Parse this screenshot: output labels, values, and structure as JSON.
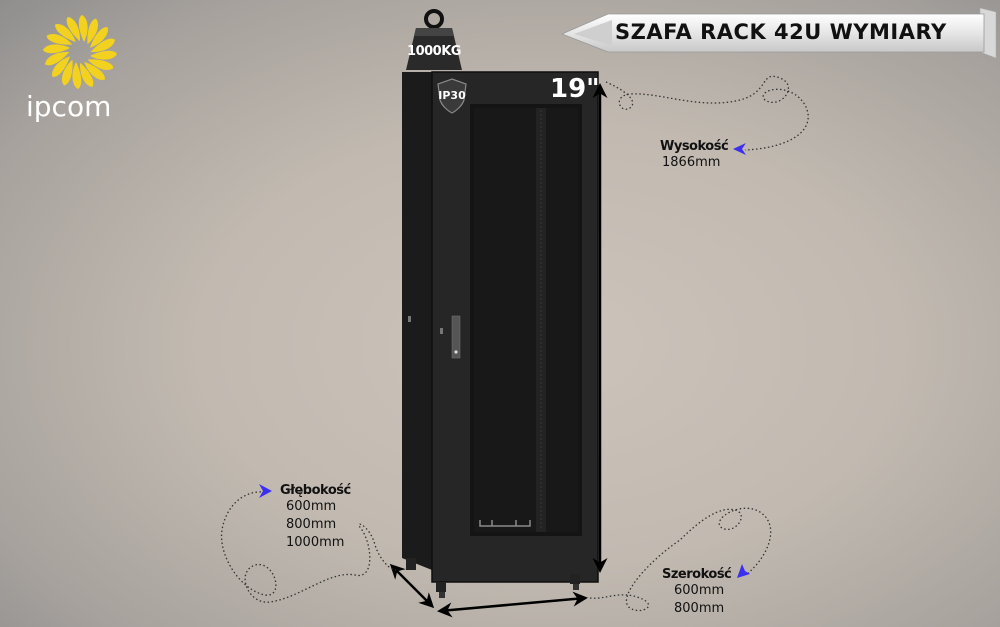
{
  "brand": {
    "logo_text": "ipcom",
    "logo_color": "#f2d21e"
  },
  "banner": {
    "title": "SZAFA RACK 42U WYMIARY"
  },
  "cabinet": {
    "weight_label": "1000KG",
    "ip_rating": "IP30",
    "size_label": "19\""
  },
  "dimensions": {
    "height": {
      "title": "Wysokość",
      "values": [
        "1866mm"
      ]
    },
    "depth": {
      "title": "Głębokość",
      "values": [
        "600mm",
        "800mm",
        "1000mm"
      ]
    },
    "width": {
      "title": "Szerokość",
      "values": [
        "600mm",
        "800mm"
      ]
    }
  },
  "colors": {
    "arrow_accent": "#3b2ff0",
    "cabinet": "#1e1e1e"
  }
}
